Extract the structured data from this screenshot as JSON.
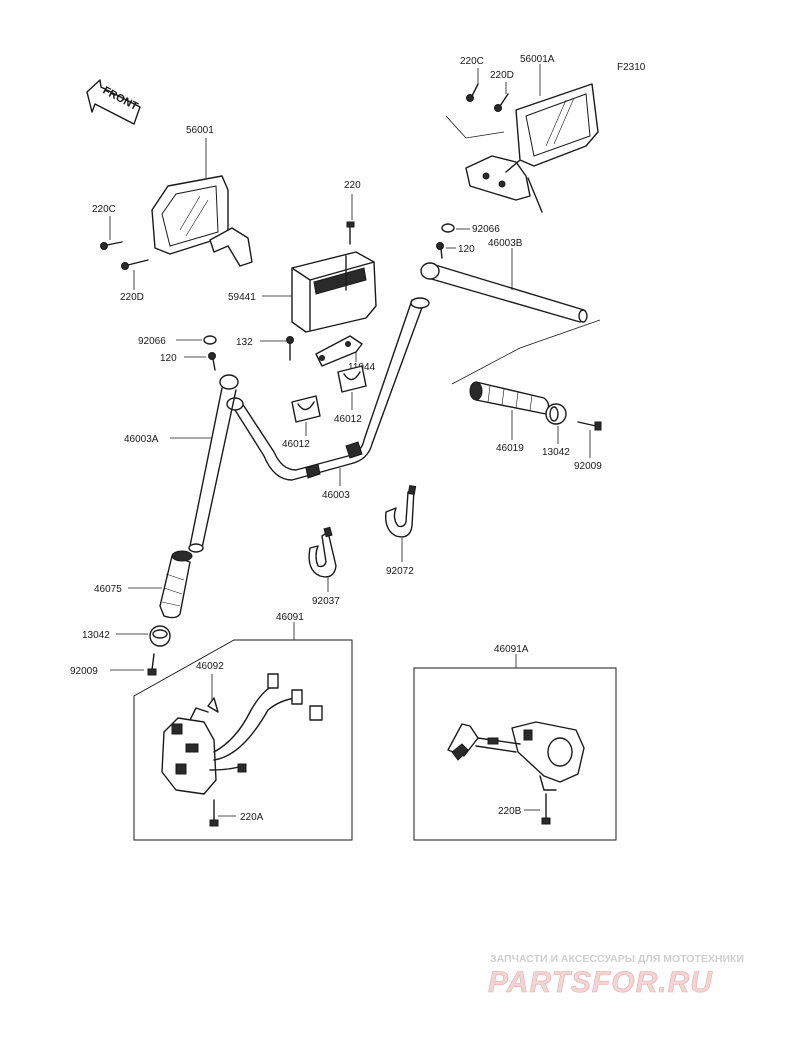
{
  "diagram": {
    "code": "F2310",
    "front_label": "FRONT",
    "parts": {
      "p56001": "56001",
      "p56001A": "56001A",
      "p220C_left": "220C",
      "p220D_left": "220D",
      "p220C_right": "220C",
      "p220D_right": "220D",
      "p220": "220",
      "p59441": "59441",
      "p132": "132",
      "p11044": "11044",
      "p92066_left": "92066",
      "p120_left": "120",
      "p92066_right": "92066",
      "p120_right": "120",
      "p46003B": "46003B",
      "p46003A": "46003A",
      "p46003": "46003",
      "p46012_left": "46012",
      "p46012_right": "46012",
      "p46019": "46019",
      "p13042_right": "13042",
      "p92009_right": "92009",
      "p46075": "46075",
      "p13042_left": "13042",
      "p92009_left": "92009",
      "p92037": "92037",
      "p92072": "92072",
      "p46091": "46091",
      "p46092": "46092",
      "p220A": "220A",
      "p46091A": "46091A",
      "p220B": "220B"
    }
  },
  "watermark": {
    "tagline": "ЗАПЧАСТИ И АКСЕССУАРЫ ДЛЯ МОТОТЕХНИКИ",
    "brand": "PARTSFOR.RU"
  }
}
